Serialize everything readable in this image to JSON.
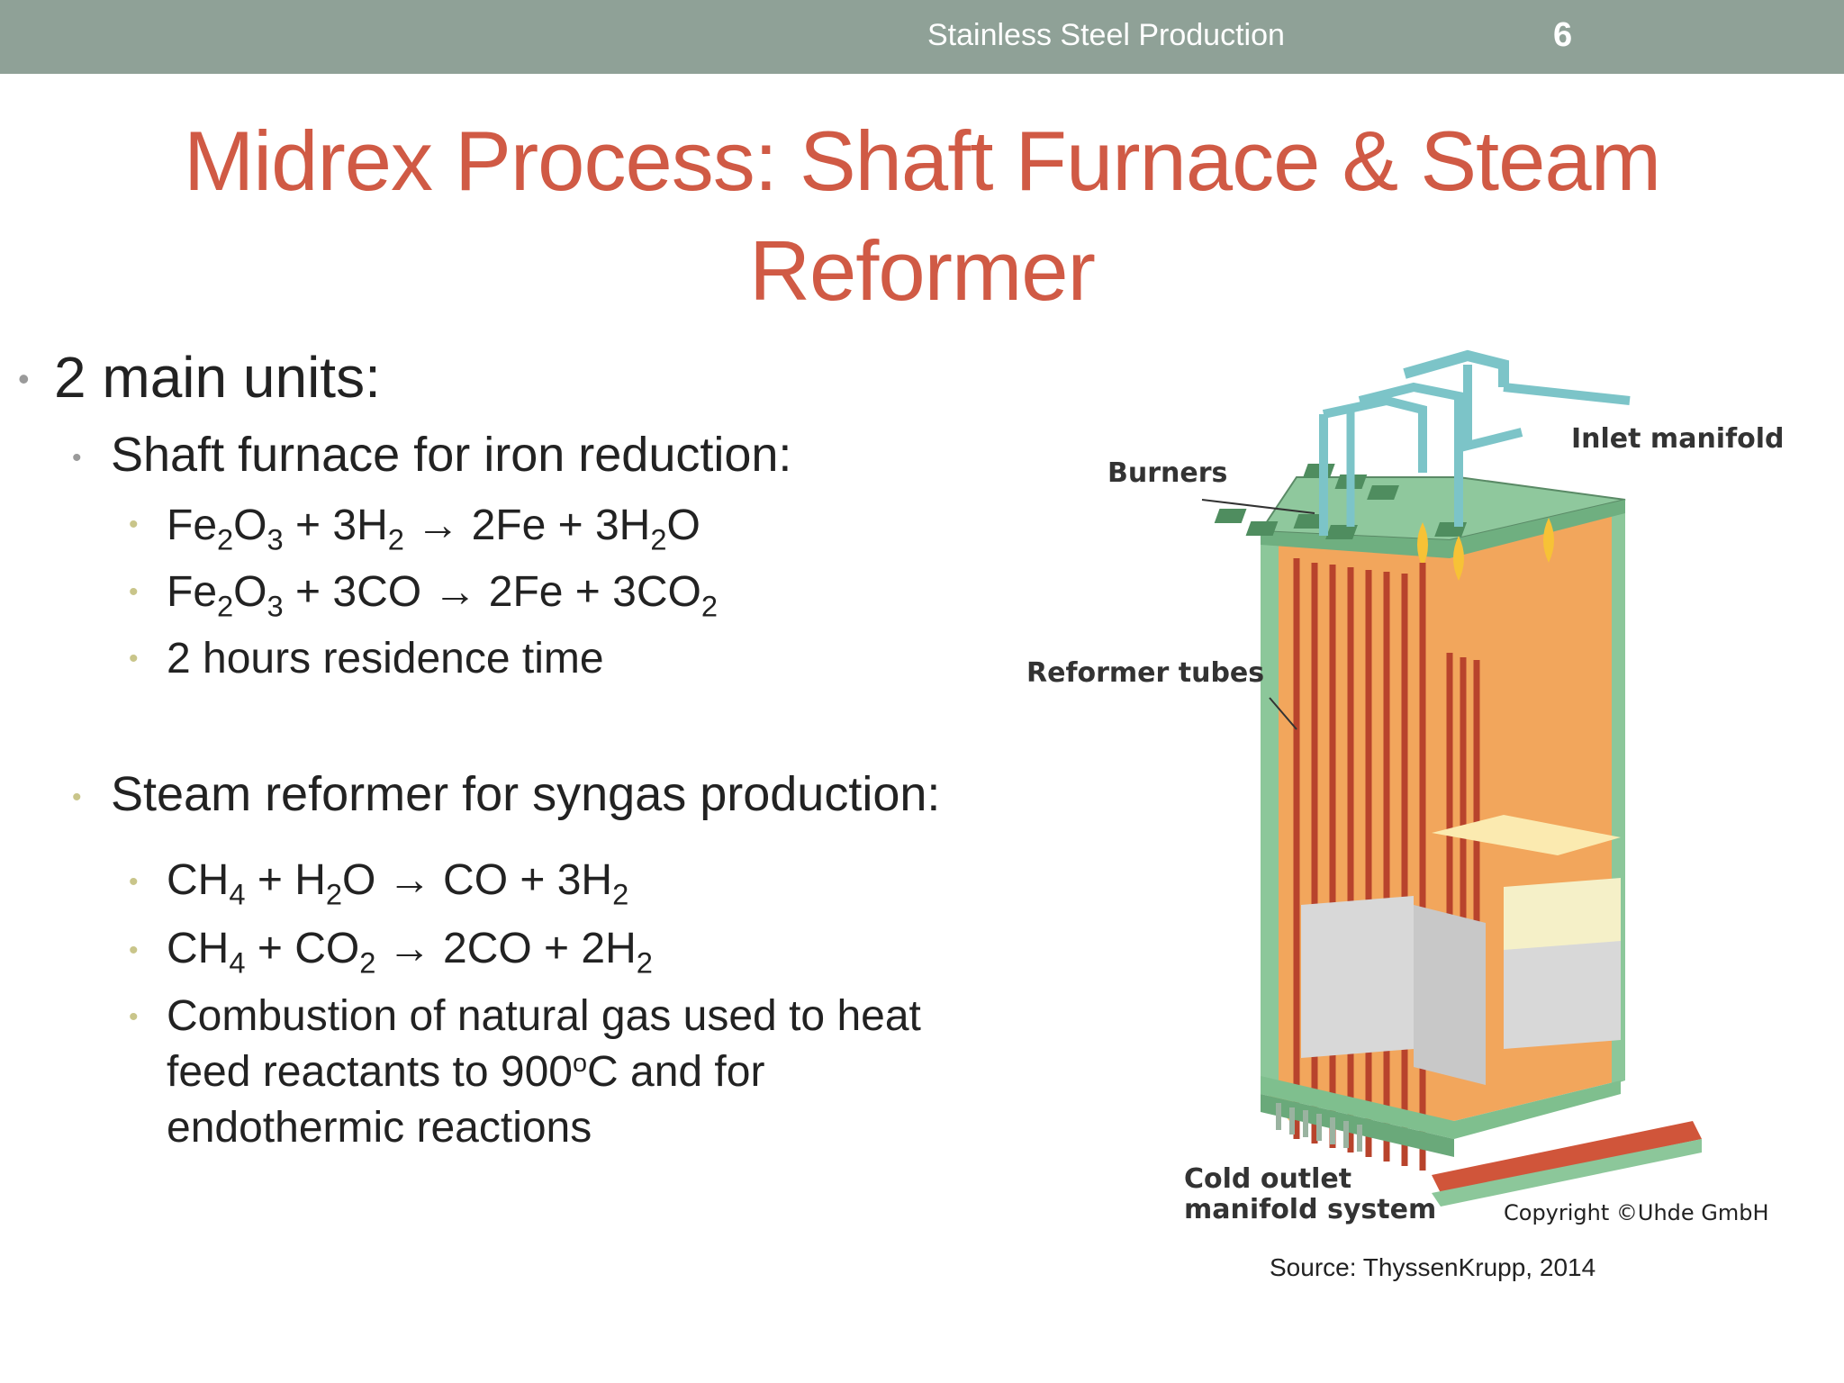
{
  "header": {
    "title": "Stainless Steel Production",
    "page_number": "6"
  },
  "slide": {
    "title_line1": "Midrex Process: Shaft Furnace & Steam",
    "title_line2": "Reformer"
  },
  "bullets": {
    "main": "2 main units:",
    "shaft_furnace": "Shaft furnace for iron reduction:",
    "eq1": {
      "a": "Fe",
      "a1": "2",
      "b": "O",
      "b1": "3",
      "c": " + 3H",
      "c1": "2",
      "d": " → 2Fe + 3H",
      "d1": "2",
      "e": "O"
    },
    "eq2": {
      "a": "Fe",
      "a1": "2",
      "b": "O",
      "b1": "3",
      "c": " + 3CO → 2Fe + 3CO",
      "c1": "2"
    },
    "residence": "2 hours residence time",
    "steam_reformer": "Steam reformer for syngas production:",
    "eq3": {
      "a": "CH",
      "a1": "4",
      "b": " + H",
      "b1": "2",
      "c": "O  → CO + 3H",
      "c1": "2"
    },
    "eq4": {
      "a": "CH",
      "a1": "4",
      "b": " + CO",
      "b1": "2",
      "c": " → 2CO + 2H",
      "c1": "2"
    },
    "combustion_line1": "Combustion of natural gas used to heat",
    "combustion_line2a": "feed reactants to 900",
    "combustion_sup": "o",
    "combustion_line2b": "C and for",
    "combustion_line3": "endothermic reactions"
  },
  "diagram": {
    "label_inlet": "Inlet manifold",
    "label_burners": "Burners",
    "label_tubes": "Reformer tubes",
    "label_outlet_1": "Cold outlet",
    "label_outlet_2": "manifold system",
    "copyright": "Copyright ©Uhde GmbH"
  },
  "source": "Source: ThyssenKrupp,  2014",
  "colors": {
    "header_bar": "#8fa197",
    "title": "#d05a45",
    "bullet_grey": "#9a9a9a",
    "bullet_yellow": "#c9c58a",
    "furnace_orange": "#f0a862",
    "furnace_green": "#8cc79a",
    "tube_red": "#d0553a",
    "pipe_teal": "#7cc4c8"
  }
}
